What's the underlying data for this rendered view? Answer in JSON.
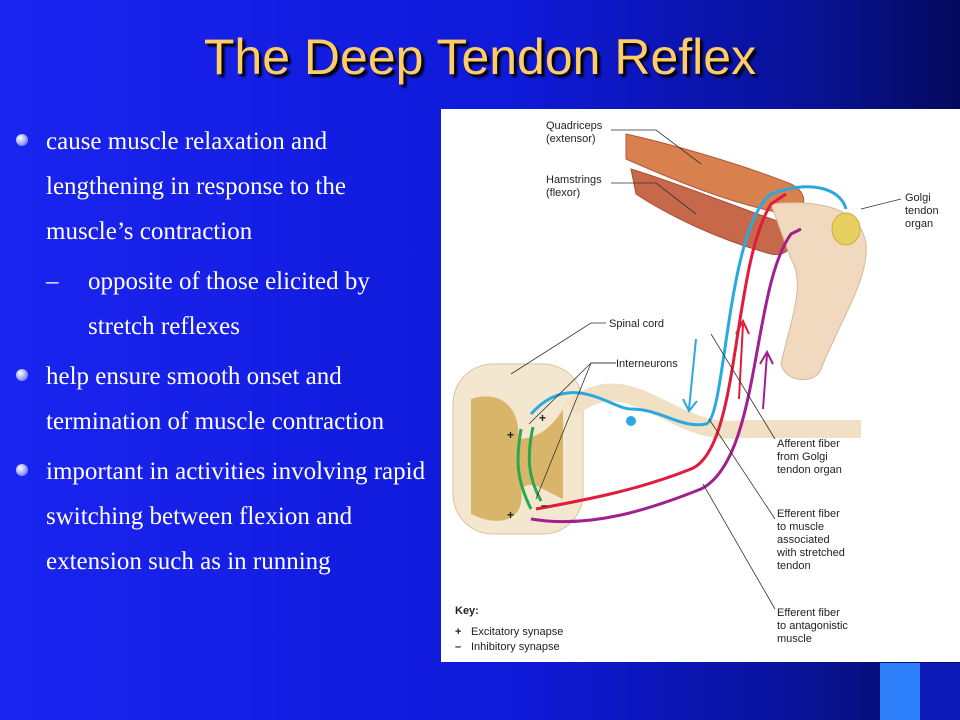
{
  "slide": {
    "title": "The Deep Tendon Reflex",
    "bullets": [
      {
        "text": "cause muscle relaxation and lengthening in response to the muscle’s contraction",
        "sub": "opposite of those elicited by stretch reflexes"
      },
      {
        "text": "help ensure smooth onset and termination of muscle contraction"
      },
      {
        "text": "important in activities involving rapid switching between flexion and extension such as in running"
      }
    ],
    "sub_marker": "–"
  },
  "figure": {
    "labels": {
      "quadriceps": [
        "Quadriceps",
        "(extensor)"
      ],
      "hamstrings": [
        "Hamstrings",
        "(flexor)"
      ],
      "golgi": [
        "Golgi",
        "tendon",
        "organ"
      ],
      "spinal_cord": "Spinal cord",
      "interneurons": "Interneurons",
      "afferent": [
        "Afferent fiber",
        "from Golgi",
        "tendon organ"
      ],
      "efferent_muscle": [
        "Efferent fiber",
        "to muscle",
        "associated",
        "with stretched",
        "tendon"
      ],
      "efferent_antagonistic": [
        "Efferent fiber",
        "to antagonistic",
        "muscle"
      ]
    },
    "key": {
      "title": "Key:",
      "items": [
        {
          "symbol": "+",
          "label": "Excitatory synapse"
        },
        {
          "symbol": "–",
          "label": "Inhibitory synapse"
        }
      ]
    },
    "synapse_marks": [
      "+",
      "+",
      "+",
      "–"
    ],
    "colors": {
      "afferent": "#29a9e0",
      "efferent": "#e01b3c",
      "antagonist": "#a0208f",
      "interneuron": "#2aa84a",
      "muscle": "#d9804f",
      "cord": "#d9b56a"
    }
  }
}
